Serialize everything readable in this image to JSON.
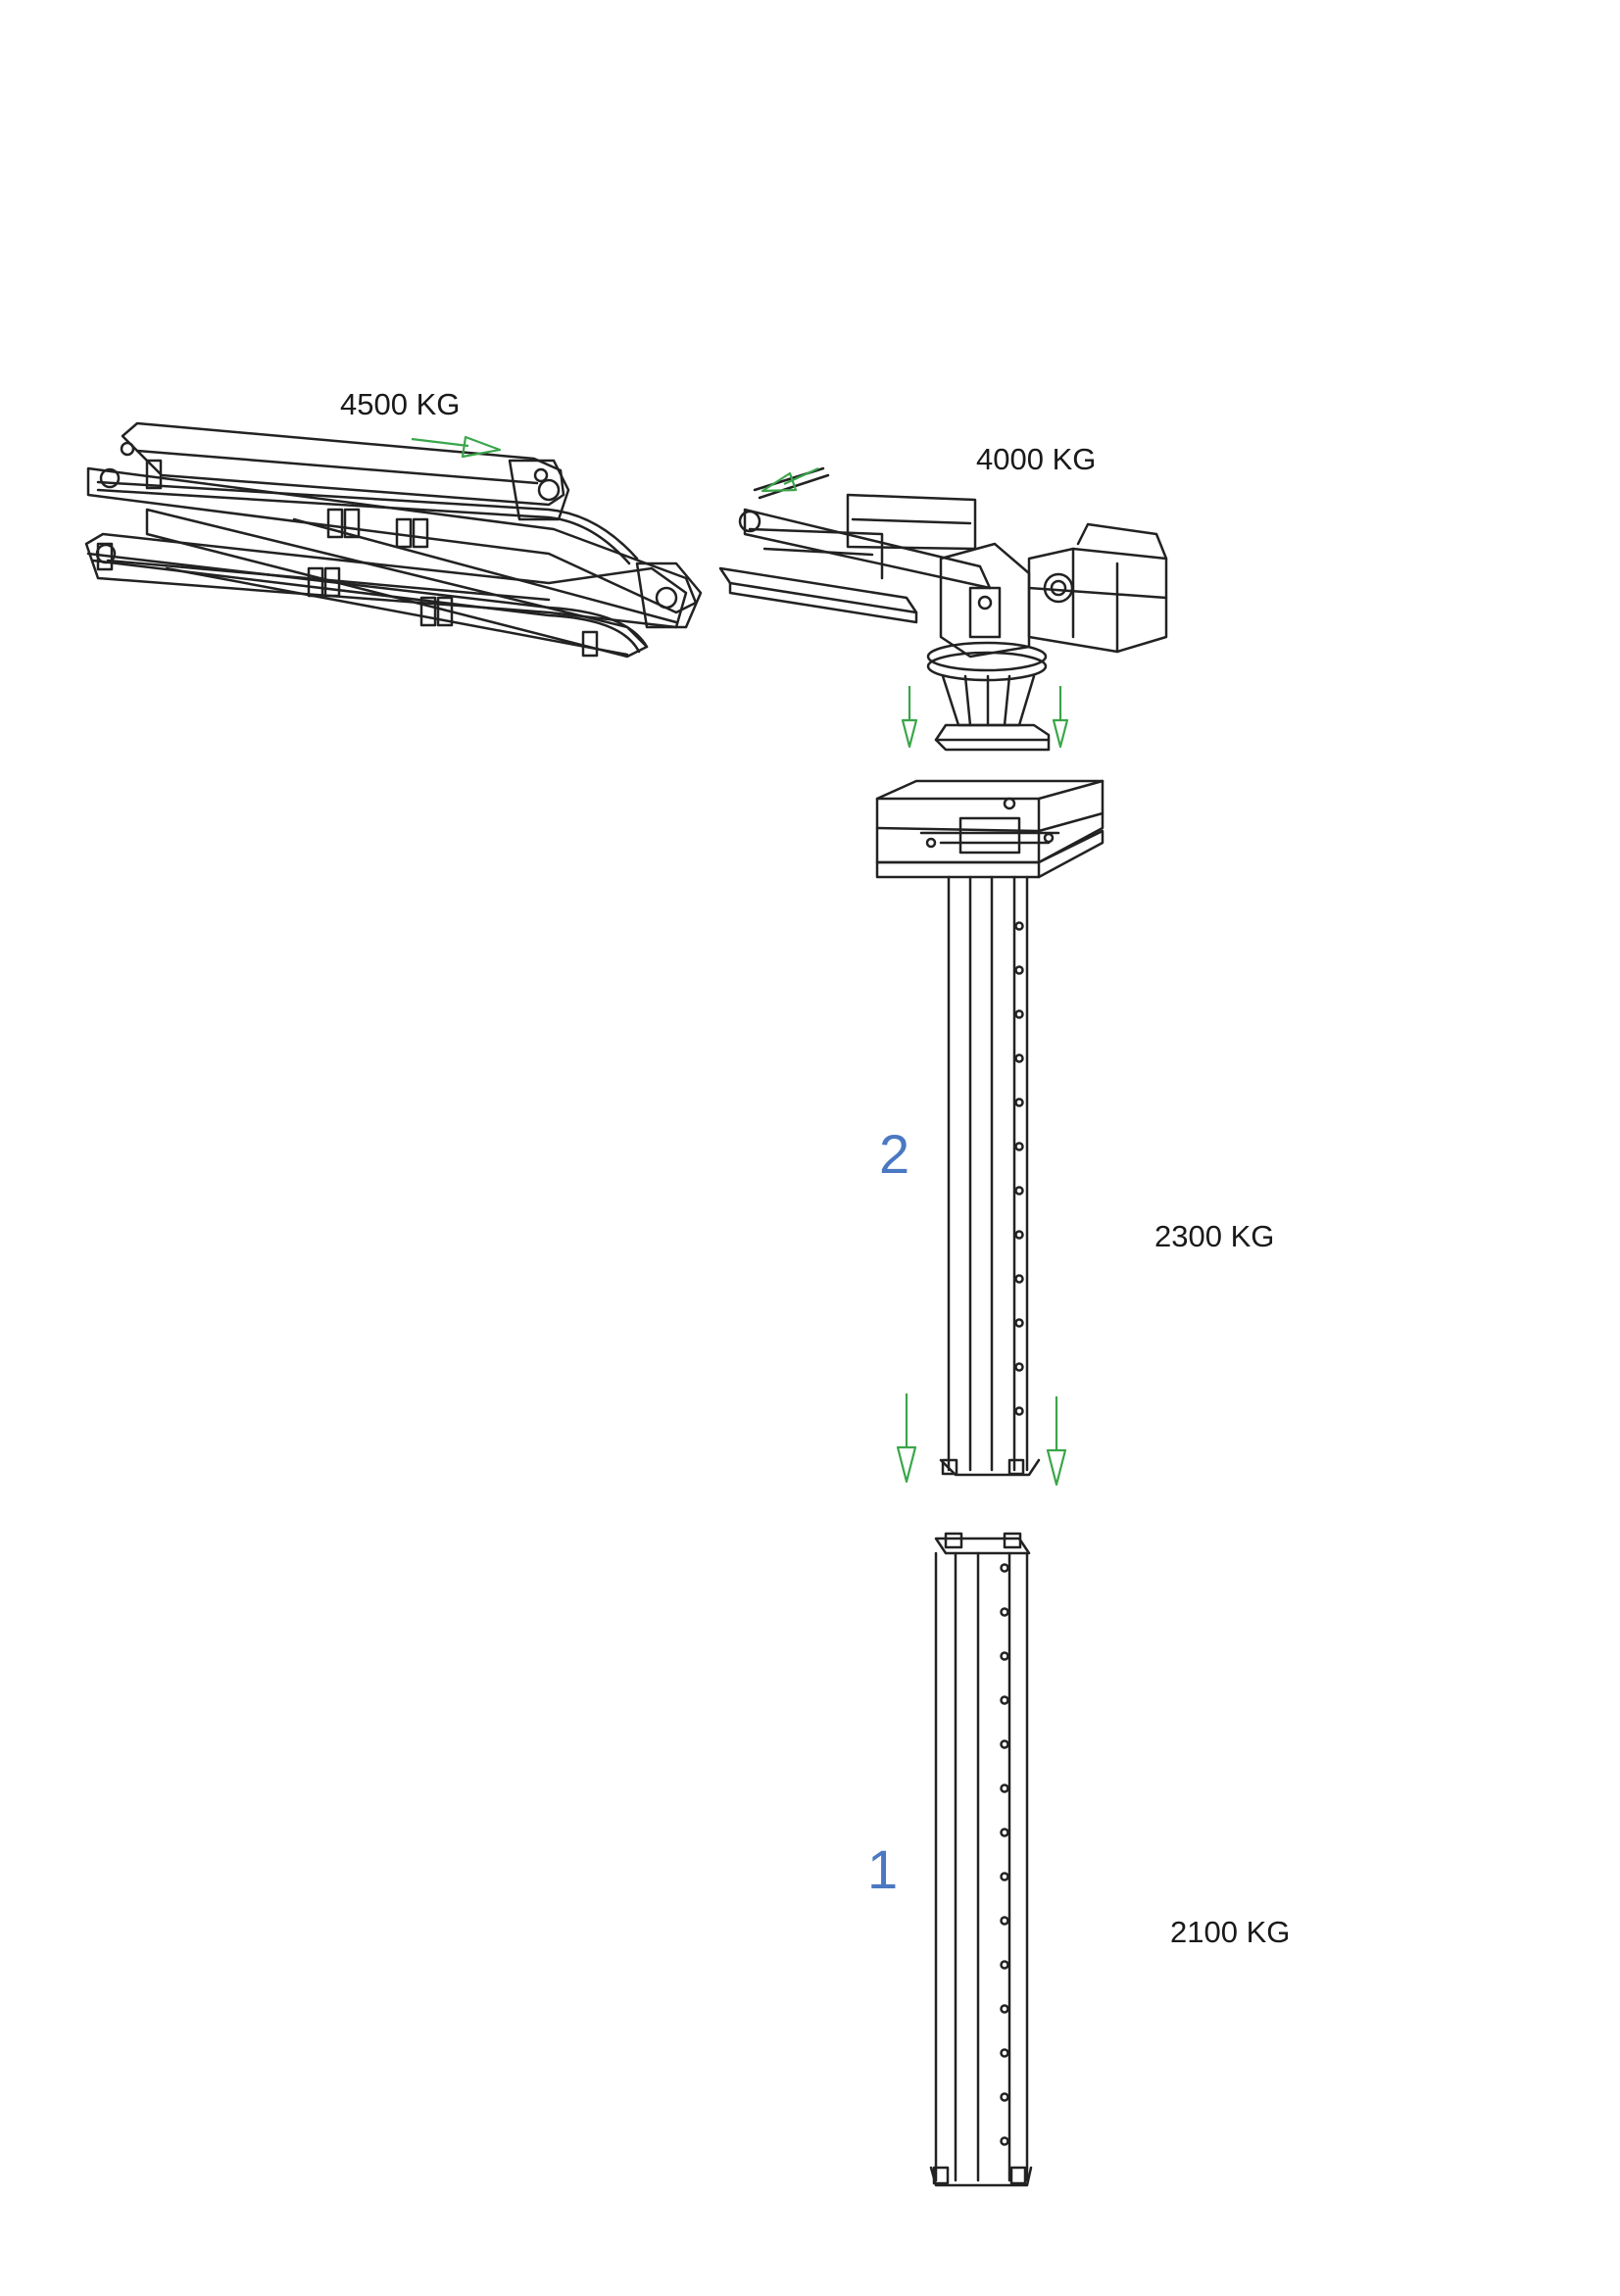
{
  "weights": {
    "boom": "4500 KG",
    "turret": "4000 KG",
    "column_upper": "2300 KG",
    "column_lower": "2100 KG"
  },
  "sections": {
    "upper": "2",
    "lower": "1"
  },
  "colors": {
    "line": "#222222",
    "arrow": "#3aa64a",
    "section_number": "#4a78c2"
  }
}
